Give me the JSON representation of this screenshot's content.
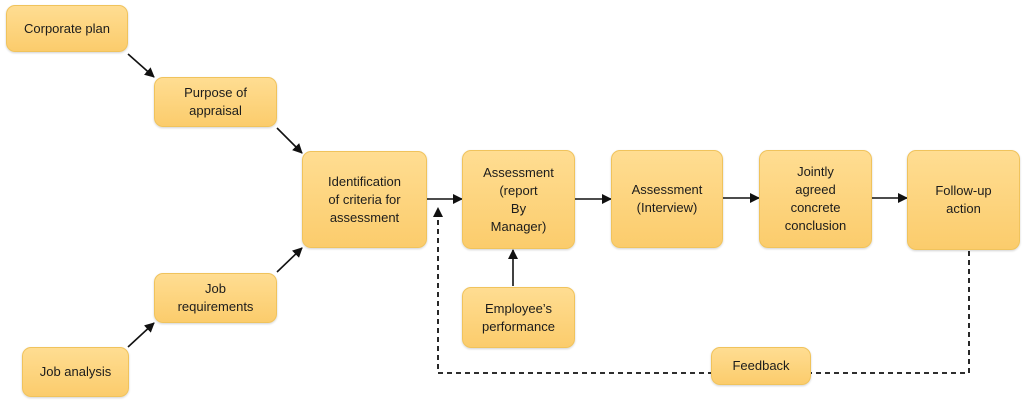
{
  "diagram": {
    "nodes": {
      "corporate_plan": "Corporate plan",
      "purpose_of_appraisal": "Purpose of\nappraisal",
      "job_requirements": "Job\nrequirements",
      "job_analysis": "Job analysis",
      "identification": "Identification\nof criteria for\nassessment",
      "assessment_report": "Assessment\n(report\nBy\nManager)",
      "employee_performance": "Employee’s\nperformance",
      "assessment_interview": "Assessment\n(Interview)",
      "jointly_agreed": "Jointly\nagreed\nconcrete\nconclusion",
      "follow_up": "Follow-up\naction",
      "feedback": "Feedback"
    },
    "colors": {
      "node_fill": "#fbcc6c",
      "node_border": "#f0c35c",
      "connector": "#111111"
    }
  }
}
